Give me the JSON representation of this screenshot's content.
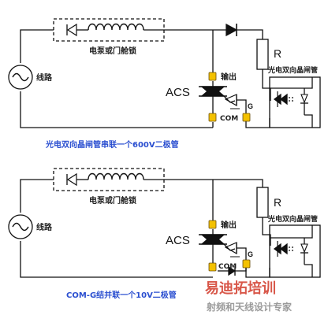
{
  "colors": {
    "wire": "#111111",
    "caption": "#2b4fd0",
    "pin": "#f3c100",
    "pin_stroke": "#6b4e00",
    "watermark_red": "#d23a2a",
    "watermark_gray": "#8a8a8a"
  },
  "circuits": [
    {
      "load_label": "电泵或门舱锁",
      "line_label": "线路",
      "acs_label": "ACS",
      "out_label": "输出",
      "com_label": "COM",
      "g_label": "G",
      "r_label": "R",
      "opto_label": "光电双向晶闸管",
      "caption": "光电双向晶闸管串联一个600V二极管"
    },
    {
      "load_label": "电泵或门舱锁",
      "line_label": "线路",
      "acs_label": "ACS",
      "out_label": "输出",
      "com_label": "COM",
      "g_label": "G",
      "r_label": "R",
      "opto_label": "光电双向晶闸管",
      "caption": "COM-G结并联一个10V二极管"
    }
  ],
  "watermark": {
    "title": "易迪拓培训",
    "subtitle": "射频和天线设计专家"
  }
}
